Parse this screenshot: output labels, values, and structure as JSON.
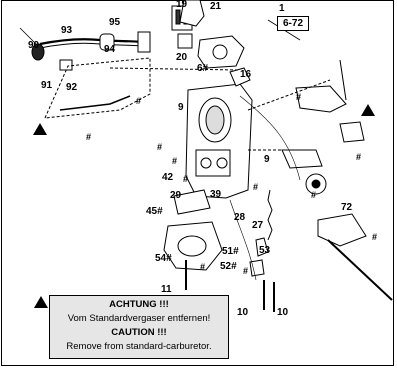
{
  "reference": {
    "index": "1",
    "page": "6-72"
  },
  "callouts": {
    "c19": "19",
    "c21": "21",
    "c93": "93",
    "c95": "95",
    "c90": "90",
    "c94": "94",
    "c20": "20",
    "c6h": "6#",
    "c16": "16",
    "c91": "91",
    "c92": "92",
    "c9a": "9",
    "c9b": "9",
    "c42": "42",
    "c29": "29",
    "c39": "39",
    "c45h": "45#",
    "c28": "28",
    "c27": "27",
    "c72": "72",
    "c51h": "51#",
    "c53": "53",
    "c52h": "52#",
    "c54h": "54#",
    "c11": "11",
    "c10a": "10",
    "c10b": "10",
    "hash": "#"
  },
  "warning": {
    "de_title": "ACHTUNG !!!",
    "de_text": "Vom Standardvergaser entfernen!",
    "en_title": "CAUTION !!!",
    "en_text": "Remove from standard-carburetor."
  }
}
